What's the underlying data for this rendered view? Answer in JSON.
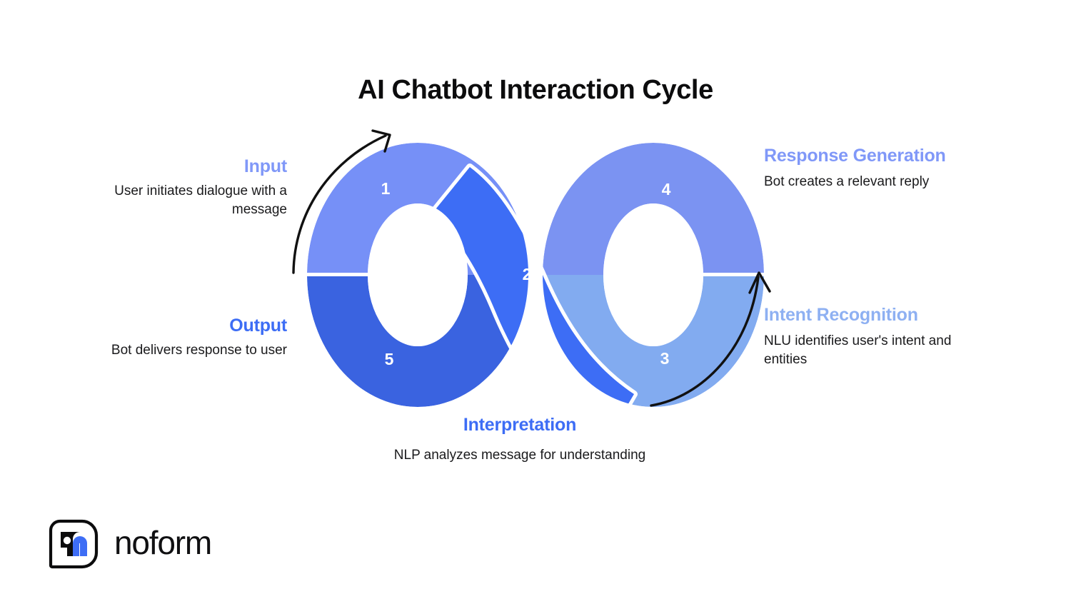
{
  "page": {
    "title": "AI Chatbot Interaction Cycle",
    "background": "#ffffff"
  },
  "colors": {
    "segment_1": "#7690F7",
    "segment_2": "#3D6DF5",
    "segment_3": "#82ABF0",
    "segment_4": "#7B93F2",
    "segment_5": "#3A63E0",
    "title_text": "#0c0c0d",
    "body_text": "#1a1a1c",
    "arrow": "#111111",
    "logo_accent": "#3D6DF5"
  },
  "chart_data": {
    "type": "diagram",
    "shape": "infinity-loop-donut",
    "title": "AI Chatbot Interaction Cycle",
    "segments": [
      {
        "number": "1",
        "name": "Input",
        "description": "User initiates dialogue with a message",
        "color": "#7690F7",
        "loop": "left",
        "position": "upper-left"
      },
      {
        "number": "2",
        "name": "Interpretation",
        "description": "NLP analyzes message for understanding",
        "color": "#3D6DF5",
        "loop": "cross",
        "position": "center"
      },
      {
        "number": "3",
        "name": "Intent Recognition",
        "description": "NLU identifies user's intent and entities",
        "color": "#82ABF0",
        "loop": "right",
        "position": "lower-right"
      },
      {
        "number": "4",
        "name": "Response Generation",
        "description": "Bot creates a relevant reply",
        "color": "#7B93F2",
        "loop": "right",
        "position": "upper-right"
      },
      {
        "number": "5",
        "name": "Output",
        "description": "Bot delivers response to user",
        "color": "#3A63E0",
        "loop": "left",
        "position": "lower-left"
      }
    ],
    "arrows": [
      {
        "name": "left-flow-arrow",
        "direction": "clockwise-up",
        "position": "outside-left"
      },
      {
        "name": "right-flow-arrow",
        "direction": "counter-up",
        "position": "outside-right"
      }
    ]
  },
  "numbers": {
    "one": "1",
    "two": "2",
    "three": "3",
    "four": "4",
    "five": "5"
  },
  "labels": {
    "input": {
      "title": "Input",
      "desc": "User initiates dialogue with a message",
      "color": "#8098F8"
    },
    "output": {
      "title": "Output",
      "desc": "Bot delivers response to user",
      "color": "#3D6DF5"
    },
    "interpretation": {
      "title": "Interpretation",
      "desc": "NLP analyzes message for understanding",
      "color": "#3D6DF5"
    },
    "response": {
      "title": "Response Generation",
      "desc": "Bot creates a relevant reply",
      "color": "#8098F8"
    },
    "intent": {
      "title": "Intent Recognition",
      "desc": "NLU identifies user's intent and entities",
      "color": "#8EB0F2"
    }
  },
  "logo": {
    "wordmark": "noform",
    "mark_name": "noform-logo-mark"
  }
}
